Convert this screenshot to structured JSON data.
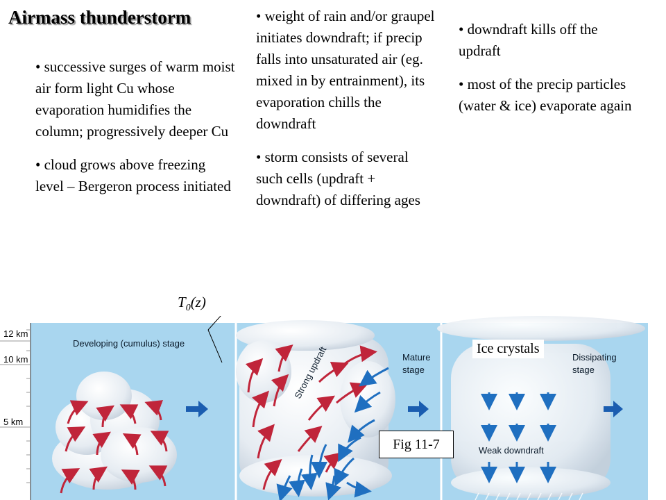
{
  "title": "Airmass thunderstorm",
  "columns": {
    "left": [
      "• successive surges of warm moist air form light Cu whose evaporation humidifies the column; progressively deeper Cu",
      "• cloud grows above freezing level – Bergeron process initiated"
    ],
    "middle": [
      "• weight of rain and/or graupel initiates downdraft; if precip falls into unsaturated air (eg. mixed in by entrainment), its evaporation chills the downdraft",
      "• storm consists of several such cells (updraft + downdraft) of differing ages"
    ],
    "right": [
      "• downdraft kills off the updraft",
      "• most of the precip particles (water & ice) evaporate again"
    ]
  },
  "annotations": {
    "t0_base": "T",
    "t0_sub": "0",
    "t0_rest": "(z)",
    "ice_crystals": "Ice crystals",
    "fig_label": "Fig 11-7"
  },
  "diagram": {
    "altitude_labels": [
      "12 km",
      "10 km",
      "5 km"
    ],
    "stages": {
      "developing": "Developing (cumulus) stage",
      "mature_line1": "Mature",
      "mature_line2": "stage",
      "dissipating_line1": "Dissipating",
      "dissipating_line2": "stage"
    },
    "strong_updraft": "Strong updraft",
    "weak_downdraft": "Weak downdraft",
    "colors": {
      "sky": "#a9d6ef",
      "updraft_arrow": "#c0253a",
      "downdraft_arrow": "#1f6fc0",
      "stage_arrow": "#1a5db0"
    }
  }
}
